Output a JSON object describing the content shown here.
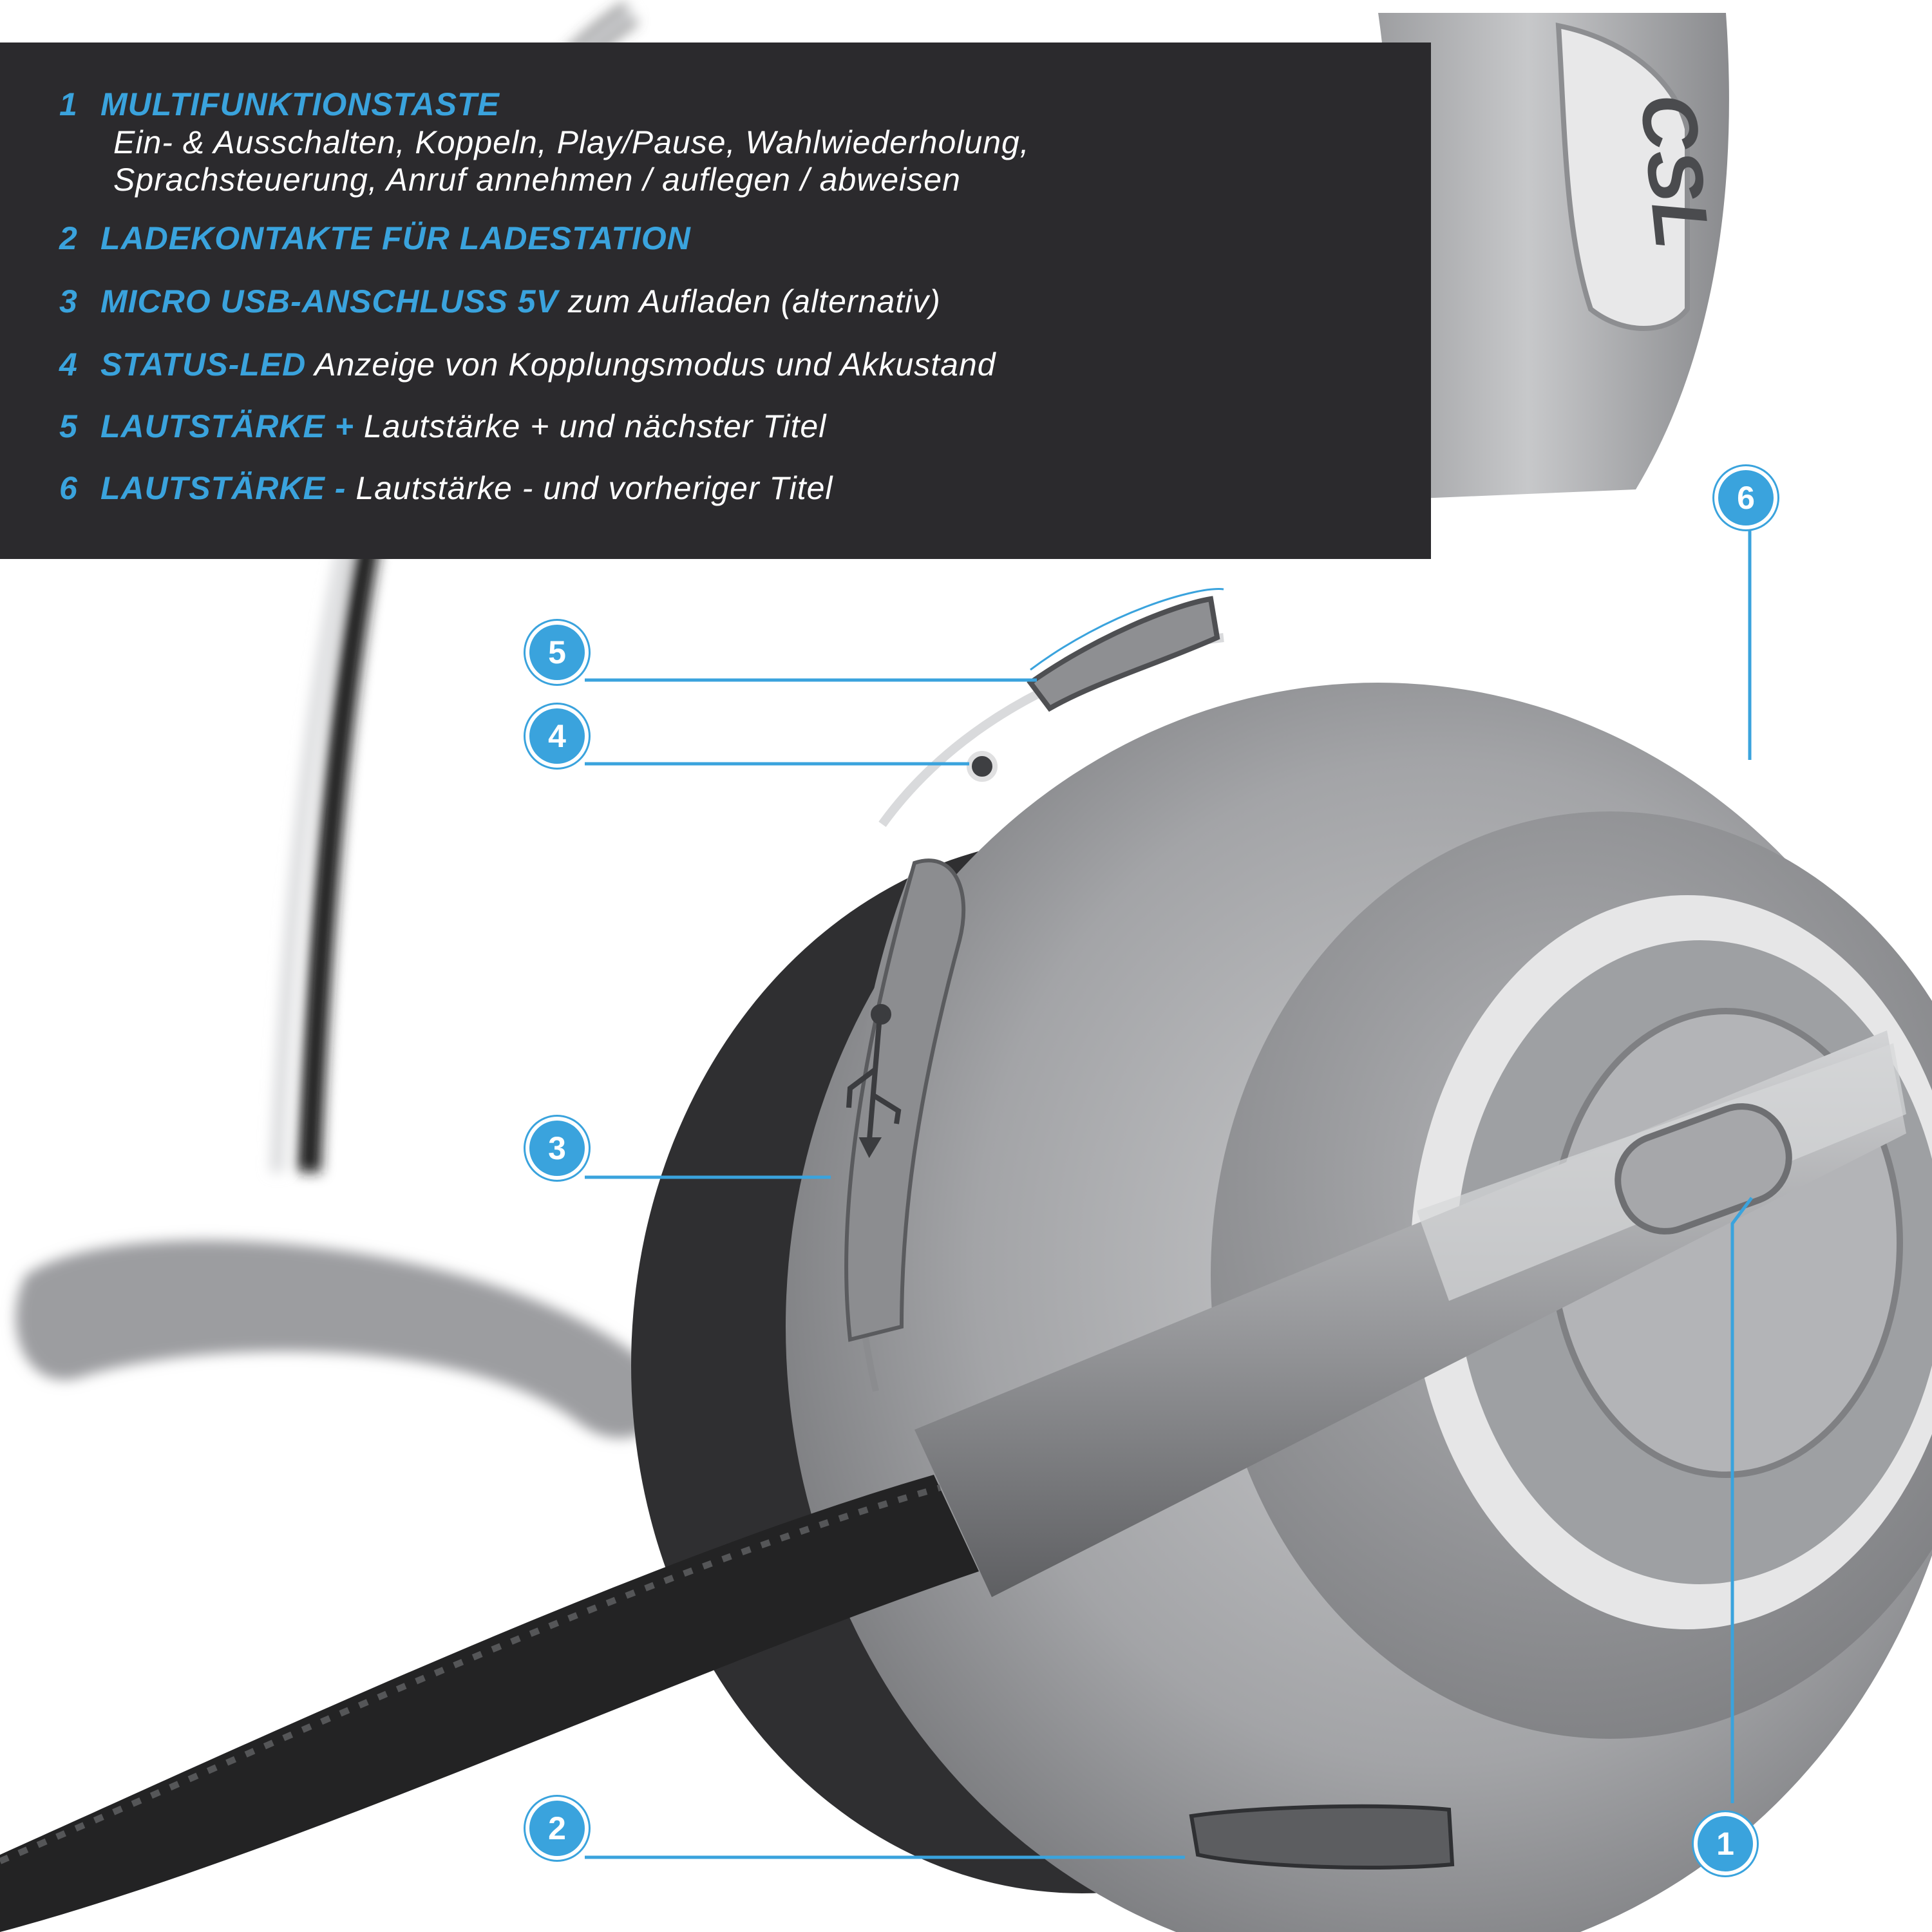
{
  "legend": [
    {
      "num": "1",
      "head": "MULTIFUNKTIONSTASTE",
      "text": "",
      "lines": [
        "Ein- & Ausschalten, Koppeln, Play/Pause, Wahlwiederholung,",
        "Sprachsteuerung, Anruf annehmen / auflegen / abweisen"
      ]
    },
    {
      "num": "2",
      "head": "LADEKONTAKTE FÜR LADESTATION",
      "text": ""
    },
    {
      "num": "3",
      "head": "MICRO USB-ANSCHLUSS 5V",
      "text": " zum Aufladen (alternativ)"
    },
    {
      "num": "4",
      "head": "STATUS-LED",
      "text": " Anzeige von Kopplungsmodus und Akkustand"
    },
    {
      "num": "5",
      "head": "LAUTSTÄRKE +",
      "text": " Lautstärke + und nächster Titel"
    },
    {
      "num": "6",
      "head": "LAUTSTÄRKE -",
      "text": " Lautstärke - und vorheriger Titel"
    }
  ],
  "callouts": [
    "1",
    "2",
    "3",
    "4",
    "5",
    "6"
  ],
  "brand": "CSL",
  "colors": {
    "accent": "#3aa3dd",
    "panel": "#2b2a2d",
    "metal": "#a9aaad"
  },
  "icons": [
    "usb-icon"
  ]
}
